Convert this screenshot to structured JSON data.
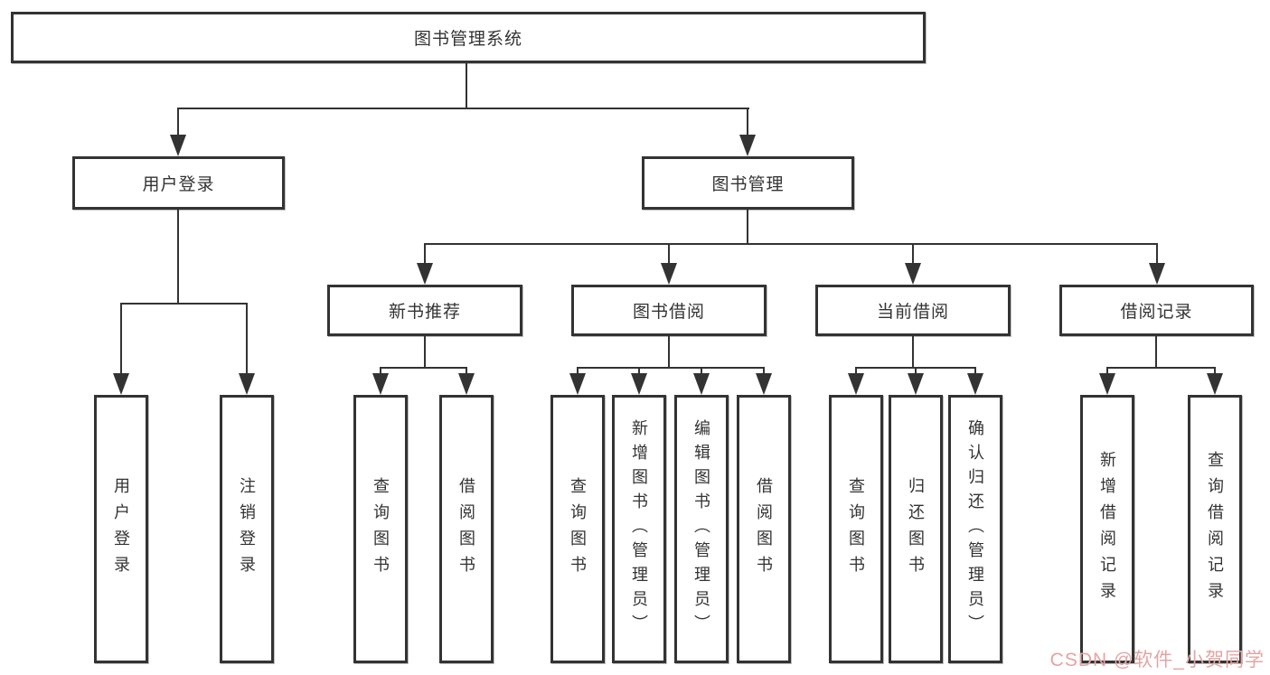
{
  "tree": {
    "root": {
      "label": "图书管理系统"
    },
    "branches": [
      {
        "label": "用户登录",
        "children": [
          {
            "label": "用户登录"
          },
          {
            "label": "注销登录"
          }
        ]
      },
      {
        "label": "图书管理",
        "children": [
          {
            "label": "新书推荐",
            "children": [
              {
                "label": "查询图书"
              },
              {
                "label": "借阅图书"
              }
            ]
          },
          {
            "label": "图书借阅",
            "children": [
              {
                "label": "查询图书"
              },
              {
                "label": "新增图书（管理员）"
              },
              {
                "label": "编辑图书（管理员）"
              },
              {
                "label": "借阅图书"
              }
            ]
          },
          {
            "label": "当前借阅",
            "children": [
              {
                "label": "查询图书"
              },
              {
                "label": "归还图书"
              },
              {
                "label": "确认归还（管理员）"
              }
            ]
          },
          {
            "label": "借阅记录",
            "children": [
              {
                "label": "新增借阅记录"
              },
              {
                "label": "查询借阅记录"
              }
            ]
          }
        ]
      }
    ]
  },
  "colors": {
    "line": "#333333",
    "border": "#333333",
    "text": "#333333",
    "watermark": "#e3a4a4",
    "background": "#ffffff"
  },
  "watermark": {
    "text": "CSDN @软件_小贺同学"
  }
}
